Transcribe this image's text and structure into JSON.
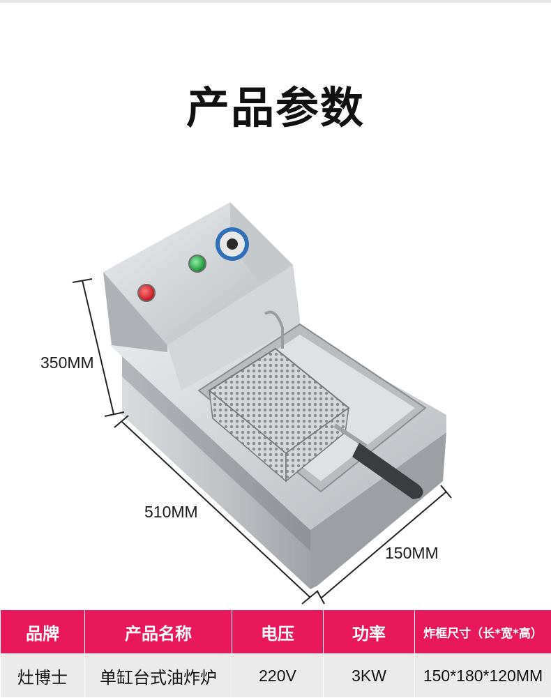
{
  "page": {
    "title": "产品参数"
  },
  "dimensions": {
    "height": "350MM",
    "length": "510MM",
    "width": "150MM"
  },
  "table": {
    "headers": [
      "品牌",
      "产品名称",
      "电压",
      "功率",
      "炸框尺寸（长*宽*高）"
    ],
    "row": [
      "灶博士",
      "单缸台式油炸炉",
      "220V",
      "3KW",
      "150*180*120MM"
    ]
  },
  "colors": {
    "header_bg": "#e8185c",
    "row_bg": "#ebebeb",
    "red_light": "#e0202a",
    "green_light": "#1fa844",
    "steel": "#c8cbce"
  },
  "icons": [
    "red-indicator-light-icon",
    "green-indicator-light-icon",
    "thermostat-knob-icon"
  ]
}
